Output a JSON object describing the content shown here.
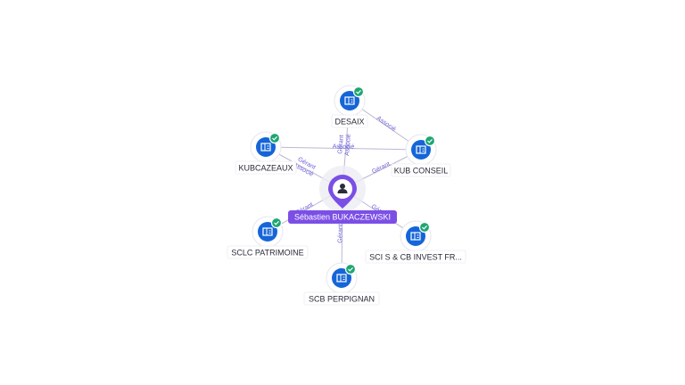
{
  "person": {
    "name": "Sébastien BUKACZEWSKI",
    "icon": "person-icon",
    "color": "#7b4fe6"
  },
  "companies": [
    {
      "id": "desaix",
      "label": "DESAIX",
      "icon": "company-building-icon",
      "verified": true
    },
    {
      "id": "kub-conseil",
      "label": "KUB CONSEIL",
      "icon": "company-building-icon",
      "verified": true
    },
    {
      "id": "kubcazeaux",
      "label": "KUBCAZEAUX",
      "icon": "company-building-icon",
      "verified": true
    },
    {
      "id": "sclc-patrimoine",
      "label": "SCLC PATRIMOINE",
      "icon": "company-building-icon",
      "verified": true
    },
    {
      "id": "sci-sb-invest",
      "label": "SCI S & CB INVEST FR...",
      "icon": "company-building-icon",
      "verified": true
    },
    {
      "id": "scb-perpignan",
      "label": "SCB PERPIGNAN",
      "icon": "company-building-icon",
      "verified": true
    }
  ],
  "relations": [
    {
      "from": "person",
      "to": "desaix",
      "labels": [
        "Gérant",
        "Associé"
      ]
    },
    {
      "from": "person",
      "to": "kub-conseil",
      "labels": [
        "Gérant"
      ]
    },
    {
      "from": "person",
      "to": "kubcazeaux",
      "labels": [
        "Gérant",
        "Associé"
      ]
    },
    {
      "from": "person",
      "to": "sclc-patrimoine",
      "labels": [
        "Gérant"
      ]
    },
    {
      "from": "person",
      "to": "sci-sb-invest",
      "labels": [
        "Gérant"
      ]
    },
    {
      "from": "person",
      "to": "scb-perpignan",
      "labels": [
        "Gérant"
      ]
    },
    {
      "from": "kub-conseil",
      "to": "desaix",
      "labels": [
        "Associé"
      ]
    },
    {
      "from": "kub-conseil",
      "to": "kubcazeaux",
      "labels": [
        "Associé"
      ]
    }
  ],
  "colors": {
    "company": "#1565d8",
    "verified": "#1ea672",
    "edge": "#b9b9d3",
    "edge_label": "#6b5fd6"
  }
}
